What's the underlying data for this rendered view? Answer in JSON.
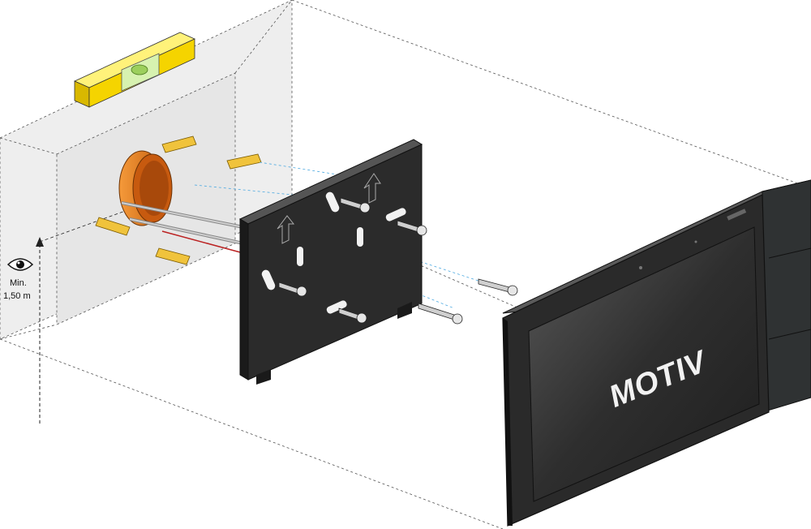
{
  "labels": {
    "min_text": "Min.",
    "height_text": "1,50 m"
  },
  "screen": {
    "brand": "MOTIV"
  },
  "icons": {
    "eye": "eye-icon",
    "arrow_up": "arrow-up-icon",
    "level": "spirit-level-icon",
    "box": "flush-box-icon",
    "plug": "wall-plug-icon",
    "screw": "screw-icon",
    "bracket": "mounting-bracket-icon",
    "panel": "touch-panel-icon"
  },
  "colors": {
    "level": "#f5d400",
    "bubble": "#b9e67a",
    "box": "#e07a1e",
    "plug": "#f0c33c",
    "bracket": "#2b2b2b",
    "panel_frame": "#2a2a2a",
    "screen": "#3a3a3a",
    "wall": "#ececec",
    "guide_line": "#4aa8e0"
  }
}
